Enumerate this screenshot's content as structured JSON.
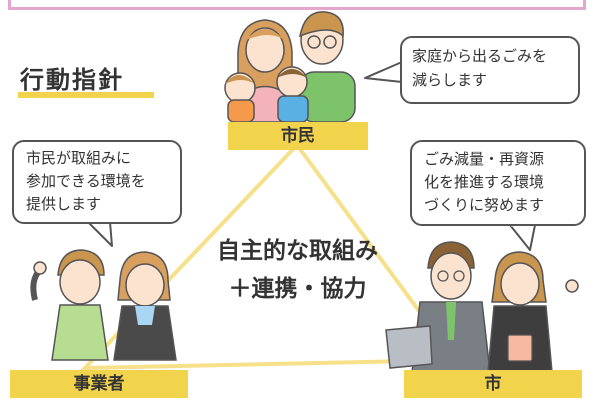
{
  "heading": "行動指針",
  "nodes": {
    "citizens": "市民",
    "businesses": "事業者",
    "city": "市"
  },
  "bubbles": {
    "citizens": [
      "家庭から出るごみを",
      "減らします"
    ],
    "businesses": [
      "市民が取組みに",
      "参加できる環境を",
      "提供します"
    ],
    "city": [
      "ごみ減量・再資源",
      "化を推進する環境",
      "づくりに努めます"
    ]
  },
  "center": [
    "自主的な取組み",
    "＋連携・協力"
  ],
  "colors": {
    "accent_yellow": "#f2d34c",
    "border_pink": "#e4a6cf",
    "triangle_yellow": "#f7e08a"
  }
}
